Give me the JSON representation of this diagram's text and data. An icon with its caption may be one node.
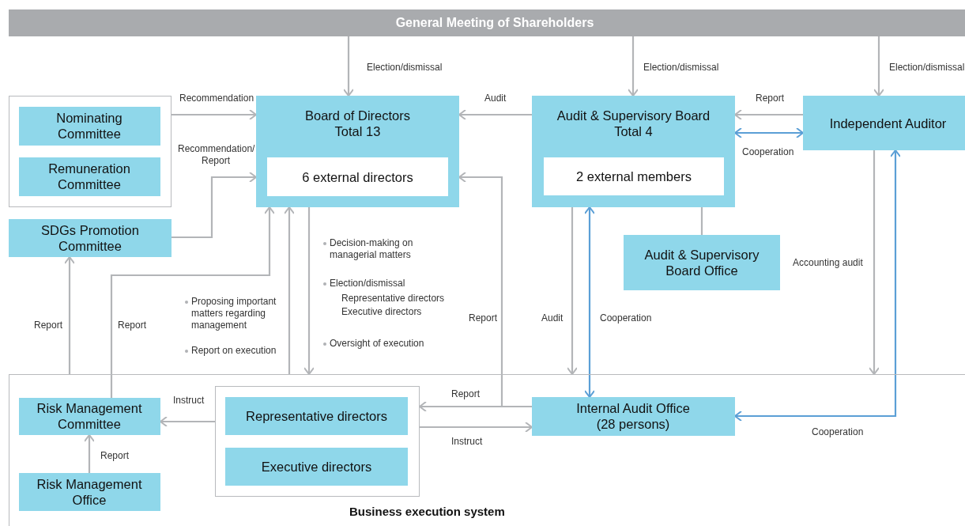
{
  "diagram": {
    "nodes": [
      {
        "text": [
          "General Meeting of Shareholders"
        ]
      },
      {
        "text": [],
        "shape": "box"
      },
      {
        "text": [
          "Nominating Committee"
        ],
        "in": 1
      },
      {
        "text": [
          "Remuneration Committee"
        ],
        "in": 1
      },
      {
        "text": [
          "Board of Directors Total 13"
        ]
      },
      {
        "text": [
          "6 external directors"
        ],
        "in": 4
      },
      {
        "text": [
          "Audit & Supervisory Board Total 4"
        ]
      },
      {
        "text": [
          "2 external members"
        ],
        "in": 6
      },
      {
        "text": [
          "Independent Auditor"
        ]
      },
      {
        "text": [
          "SDGs Promotion Committee"
        ]
      },
      {
        "text": [
          "Audit & Supervisory Board Office"
        ]
      },
      {
        "text": [
          "Business execution system"
        ]
      },
      {
        "text": [
          "Risk Management Committee"
        ],
        "in": 11
      },
      {
        "text": [],
        "shape": "box",
        "in": 11
      },
      {
        "text": [
          "Representative directors"
        ],
        "in": 13
      },
      {
        "text": [
          "Executive directors"
        ],
        "in": 13
      },
      {
        "text": [
          "Internal Audit Office (28 persons)"
        ],
        "in": 11
      },
      {
        "text": [
          "Risk Management Office"
        ],
        "in": 11
      }
    ],
    "edges": [
      {
        "from": 0,
        "to": 4,
        "arrow": "to",
        "label": "Election/dismissal"
      },
      {
        "from": 0,
        "to": 6,
        "arrow": "to",
        "label": "Election/dismissal"
      },
      {
        "from": 0,
        "to": 8,
        "arrow": "to",
        "label": "Election/dismissal"
      },
      {
        "from": 1,
        "to": 4,
        "arrow": "to",
        "label": "Recommendation"
      },
      {
        "from": 9,
        "to": 4,
        "arrow": "to",
        "label": "Recommendation/ Report"
      },
      {
        "from": 6,
        "to": 4,
        "arrow": "to",
        "label": "Audit"
      },
      {
        "from": 8,
        "to": 6,
        "arrow": "to",
        "label": "Report"
      },
      {
        "from": 6,
        "to": 8,
        "arrow": "both",
        "label": "Cooperation",
        "color": "#5b9fd6"
      },
      {
        "from": 6,
        "to": 10,
        "arrow": "none"
      },
      {
        "from": 16,
        "to": 13,
        "arrow": "to",
        "label": "Report"
      },
      {
        "from": 16,
        "to": 4,
        "arrow": "to",
        "label": "Report"
      },
      {
        "from": 13,
        "to": 16,
        "arrow": "to",
        "label": "Instruct"
      },
      {
        "from": 13,
        "to": 12,
        "arrow": "to",
        "label": "Instruct"
      },
      {
        "from": 17,
        "to": 12,
        "arrow": "to",
        "label": "Report"
      },
      {
        "from": 11,
        "to": 9,
        "arrow": "to",
        "label": "Report"
      },
      {
        "from": 12,
        "to": 4,
        "arrow": "to",
        "label": "Report"
      },
      {
        "from": 11,
        "to": 4,
        "arrow": "to"
      },
      {
        "from": 4,
        "to": 11,
        "arrow": "to"
      },
      {
        "from": 6,
        "to": 11,
        "arrow": "to",
        "label": "Audit"
      },
      {
        "from": 16,
        "to": 6,
        "arrow": "both",
        "label": "Cooperation",
        "color": "#5b9fd6"
      },
      {
        "from": 8,
        "to": 11,
        "arrow": "to",
        "label": "Accounting audit"
      },
      {
        "from": 8,
        "to": 16,
        "arrow": "both",
        "label": "Cooperation",
        "color": "#5b9fd6"
      }
    ],
    "labels": [
      "Decision-making on managerial matters",
      "Election/dismissal",
      "Representative directors",
      "Proposing important matters regarding management",
      "Executive directors",
      "Oversight of execution",
      "Report on execution"
    ]
  }
}
